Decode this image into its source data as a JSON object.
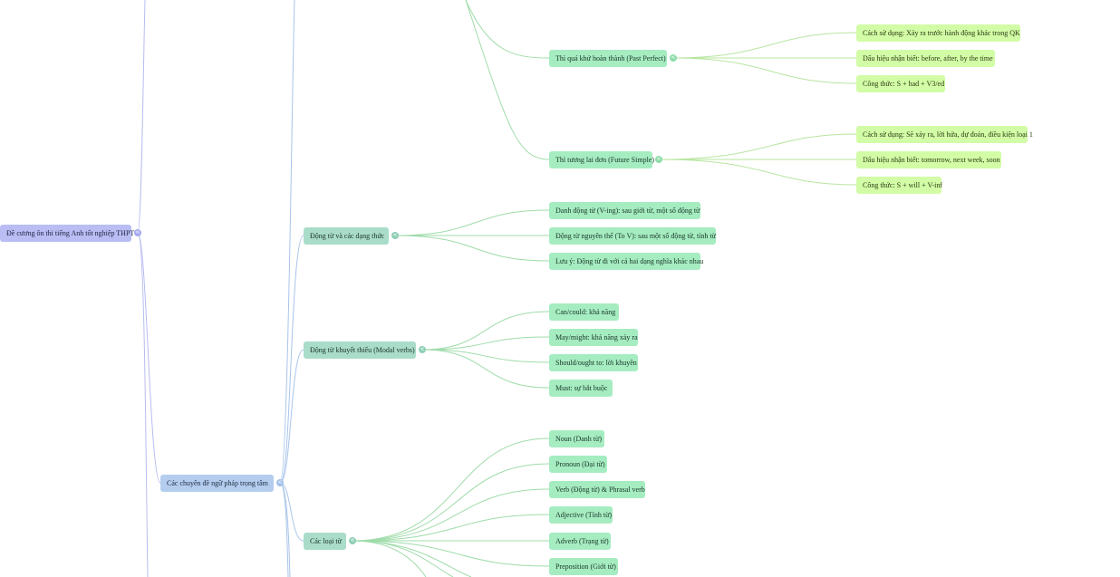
{
  "mindmap": {
    "root": {
      "label": "Đề cương ôn thi tiếng Anh tốt nghiệp THPT"
    },
    "topic_grammar": {
      "label": "Các chuyên đề ngữ pháp trọng tâm"
    },
    "tenses": {
      "past_perfect": {
        "label": "Thì quá khứ hoàn thành (Past Perfect)",
        "children": [
          "Cách sử dụng: Xảy ra trước hành động khác trong QK",
          "Dấu hiệu nhận biết: before, after, by the time",
          "Công thức: S + had + V3/ed"
        ]
      },
      "future_simple": {
        "label": "Thì tương lai đơn (Future Simple)",
        "children": [
          "Cách sử dụng: Sẽ xảy ra, lời hứa, dự đoán, điều kiện loại 1",
          "Dấu hiệu nhận biết: tomorrow, next week, soon",
          "Công thức: S + will + V-inf"
        ]
      }
    },
    "verb_forms": {
      "label": "Động từ và các dạng thức",
      "children": [
        "Danh động từ (V-ing): sau giới từ, một số động từ",
        "Động từ nguyên thể (To V): sau một số động từ, tính từ",
        "Lưu ý: Động từ đi với cả hai dạng nghĩa khác nhau"
      ]
    },
    "modal_verbs": {
      "label": "Động từ khuyết thiếu (Modal verbs)",
      "children": [
        "Can/could: khả năng",
        "May/might: khả năng xảy ra",
        "Should/ought to: lời khuyên",
        "Must: sự bắt buộc"
      ]
    },
    "word_types": {
      "label": "Các loại từ",
      "children": [
        "Noun (Danh từ)",
        "Pronoun (Đại từ)",
        "Verb (Động từ) & Phrasal verb",
        "Adjective (Tính từ)",
        "Adverb (Trạng từ)",
        "Preposition (Giới từ)"
      ]
    },
    "toggle_symbol": "<",
    "colors": {
      "root_fill": "#b9bdf3",
      "level1_fill": "#b4cdef",
      "level2_fill": "#a9dcc9",
      "level3_fill": "#a6ecc1",
      "level4_fill": "#d2fca6",
      "root_link": "#b8bcf0",
      "level1_link": "#a8c4ea",
      "level2_link": "#8fd6b8",
      "level3_link": "#9fdcaa"
    }
  }
}
